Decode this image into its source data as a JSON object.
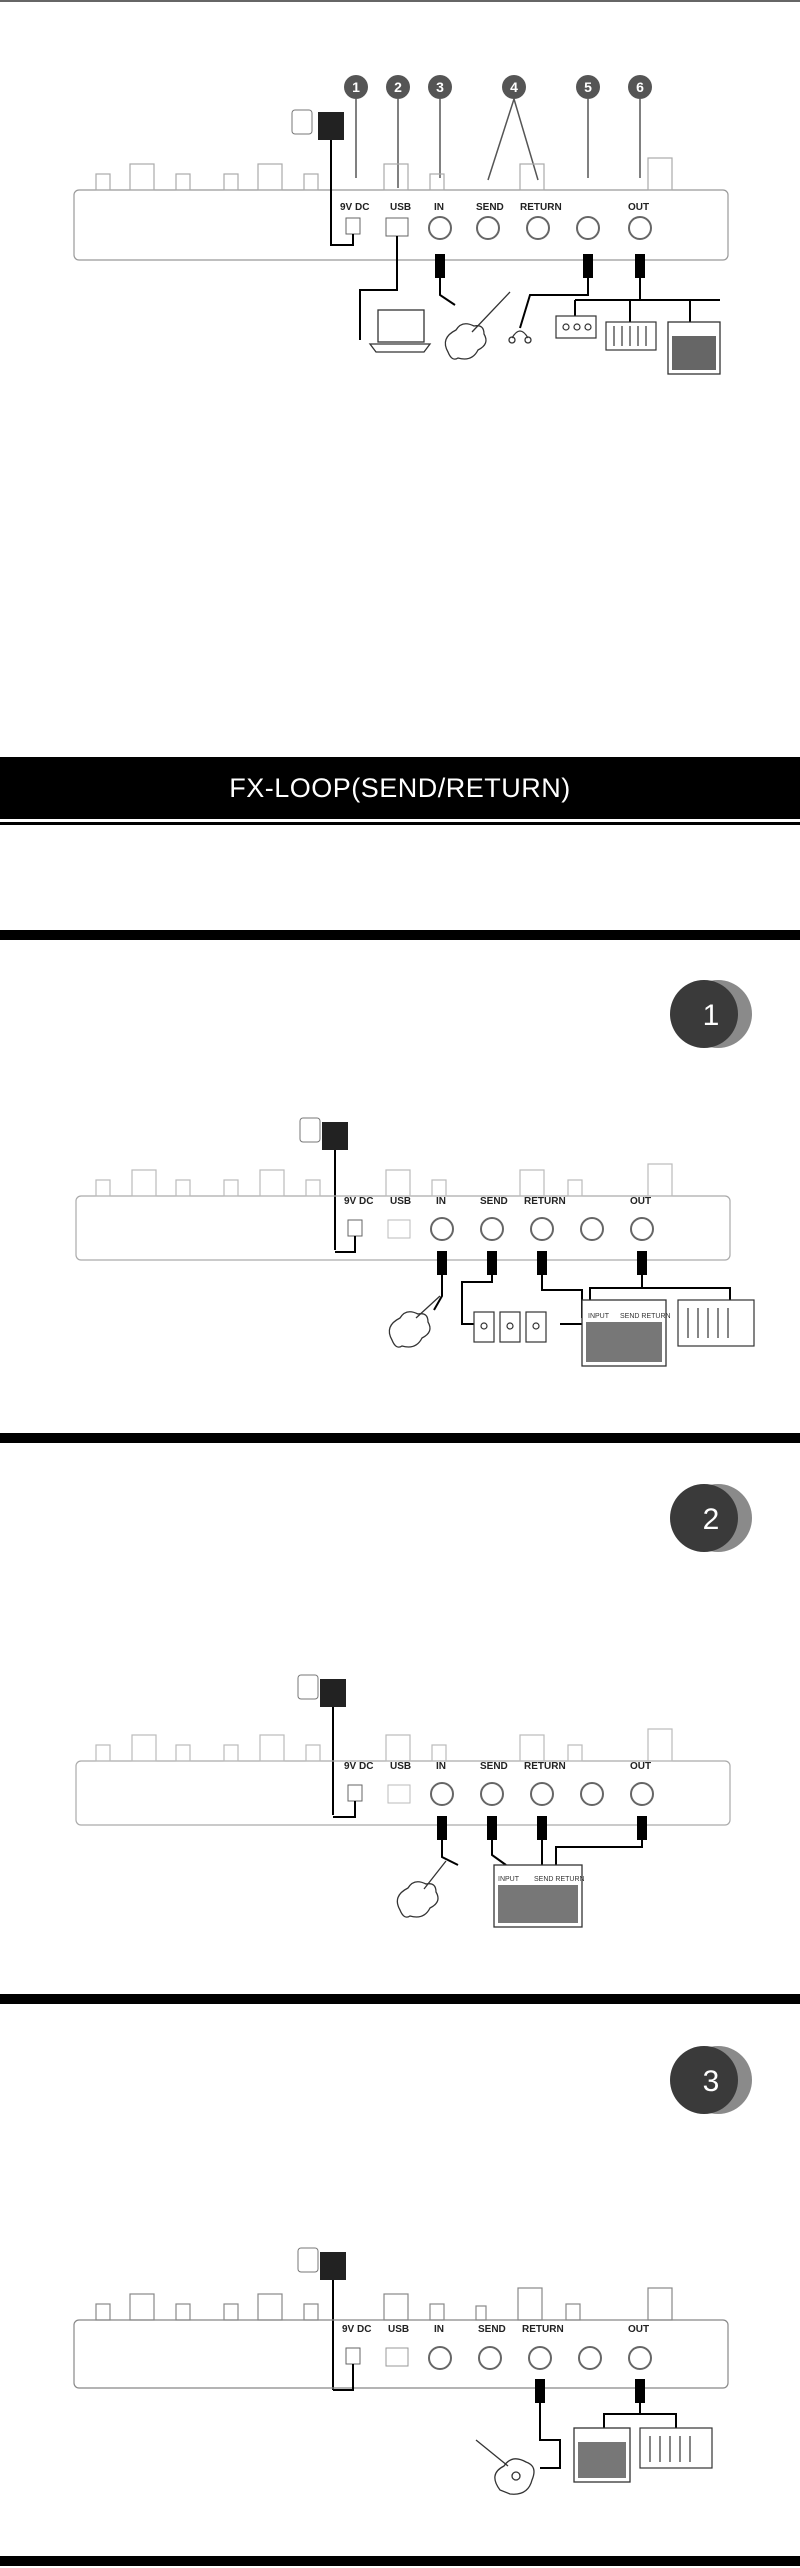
{
  "heading": "FX-LOOP(SEND/RETURN)",
  "jack_labels": {
    "dc": "9V DC",
    "usb": "USB",
    "in": "IN",
    "send": "SEND",
    "return": "RETURN",
    "out": "OUT"
  },
  "callouts": [
    "1",
    "2",
    "3",
    "4",
    "5",
    "6"
  ],
  "modes": [
    "1",
    "2",
    "3"
  ],
  "amp_labels": {
    "input": "INPUT",
    "send_return": "SEND RETURN"
  },
  "colors": {
    "ink": "#000000",
    "badge_dark": "#3a3a3a",
    "badge_light": "#8a8a8a",
    "outline": "#555555"
  }
}
